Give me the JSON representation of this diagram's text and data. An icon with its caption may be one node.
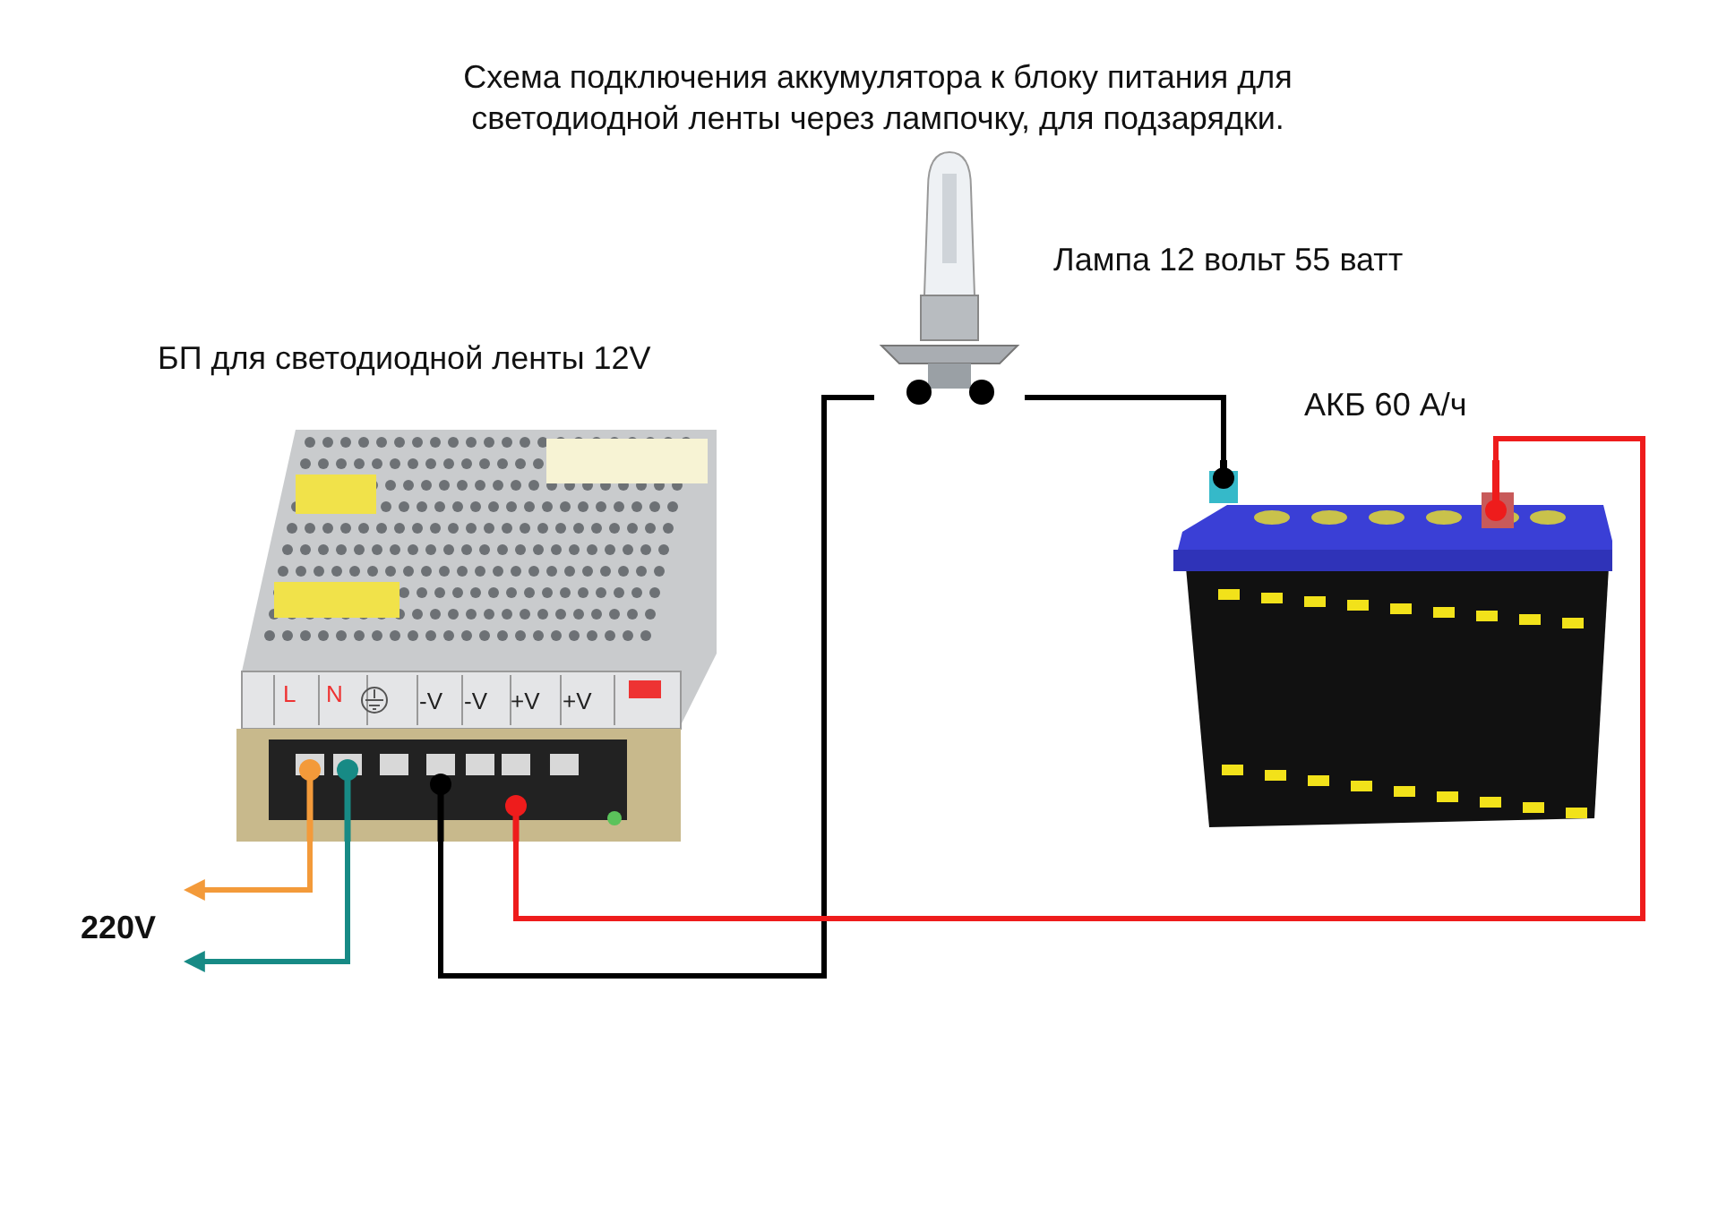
{
  "diagram": {
    "title": "Схема подключения аккумулятора к блоку питания для светодиодной ленты через лампочку, для подзарядки.",
    "nodes": [
      {
        "text": [
          "БП для светодиодной ленты 12V"
        ]
      },
      {
        "text": [],
        "shape": "picture",
        "beside": [
          "Лампа 12 вольт 55 ватт"
        ]
      },
      {
        "text": [
          "АКБ 60 А/ч"
        ]
      }
    ],
    "edges": [
      {
        "from": 0,
        "to": null,
        "arrow": "to",
        "color": "#f39a3a"
      },
      {
        "from": 0,
        "to": null,
        "arrow": "to",
        "color": "#178a85"
      },
      {
        "from": 0,
        "to": 1,
        "arrow": "none"
      },
      {
        "from": 1,
        "to": 2,
        "arrow": "none"
      },
      {
        "from": 0,
        "to": 2,
        "arrow": "none",
        "color": "#ee1c1c"
      }
    ],
    "labels": [
      "L",
      "N",
      "-V",
      "-V",
      "+V",
      "+V",
      "220V"
    ]
  }
}
